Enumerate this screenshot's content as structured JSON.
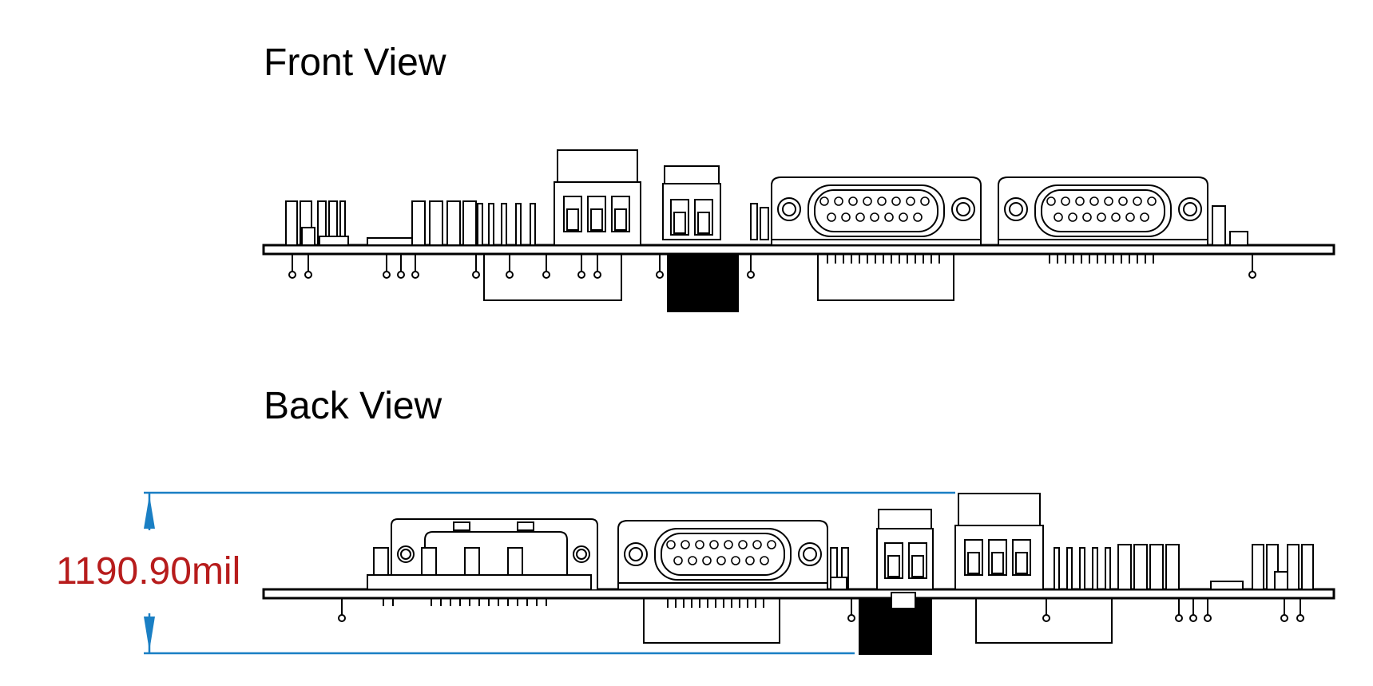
{
  "front_view": {
    "title": "Front View"
  },
  "back_view": {
    "title": "Back View"
  },
  "dimension": {
    "label": "1190.90mil",
    "text_color": "#b71c1c",
    "line_color": "#1a7fc4"
  },
  "colors": {
    "line": "#000000",
    "background": "#ffffff"
  }
}
